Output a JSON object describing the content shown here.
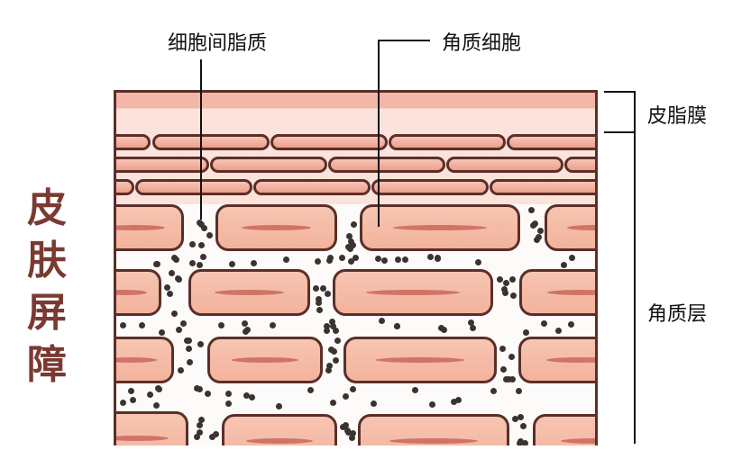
{
  "title": {
    "chars": [
      "皮",
      "肤",
      "屏",
      "障"
    ],
    "color": "#7a3a32"
  },
  "labels": {
    "intercellular_lipid": "细胞间脂质",
    "corneocyte": "角质细胞",
    "sebum_film": "皮脂膜",
    "stratum_corneum": "角质层"
  },
  "colors": {
    "cell_fill": "#f3b39d",
    "cell_border": "#5a2f28",
    "nucleus": "#cf7466",
    "sebum_top": "#f2b7a8",
    "sebum_bottom": "#fbe3dc",
    "lipid_dot": "#3a3330"
  }
}
